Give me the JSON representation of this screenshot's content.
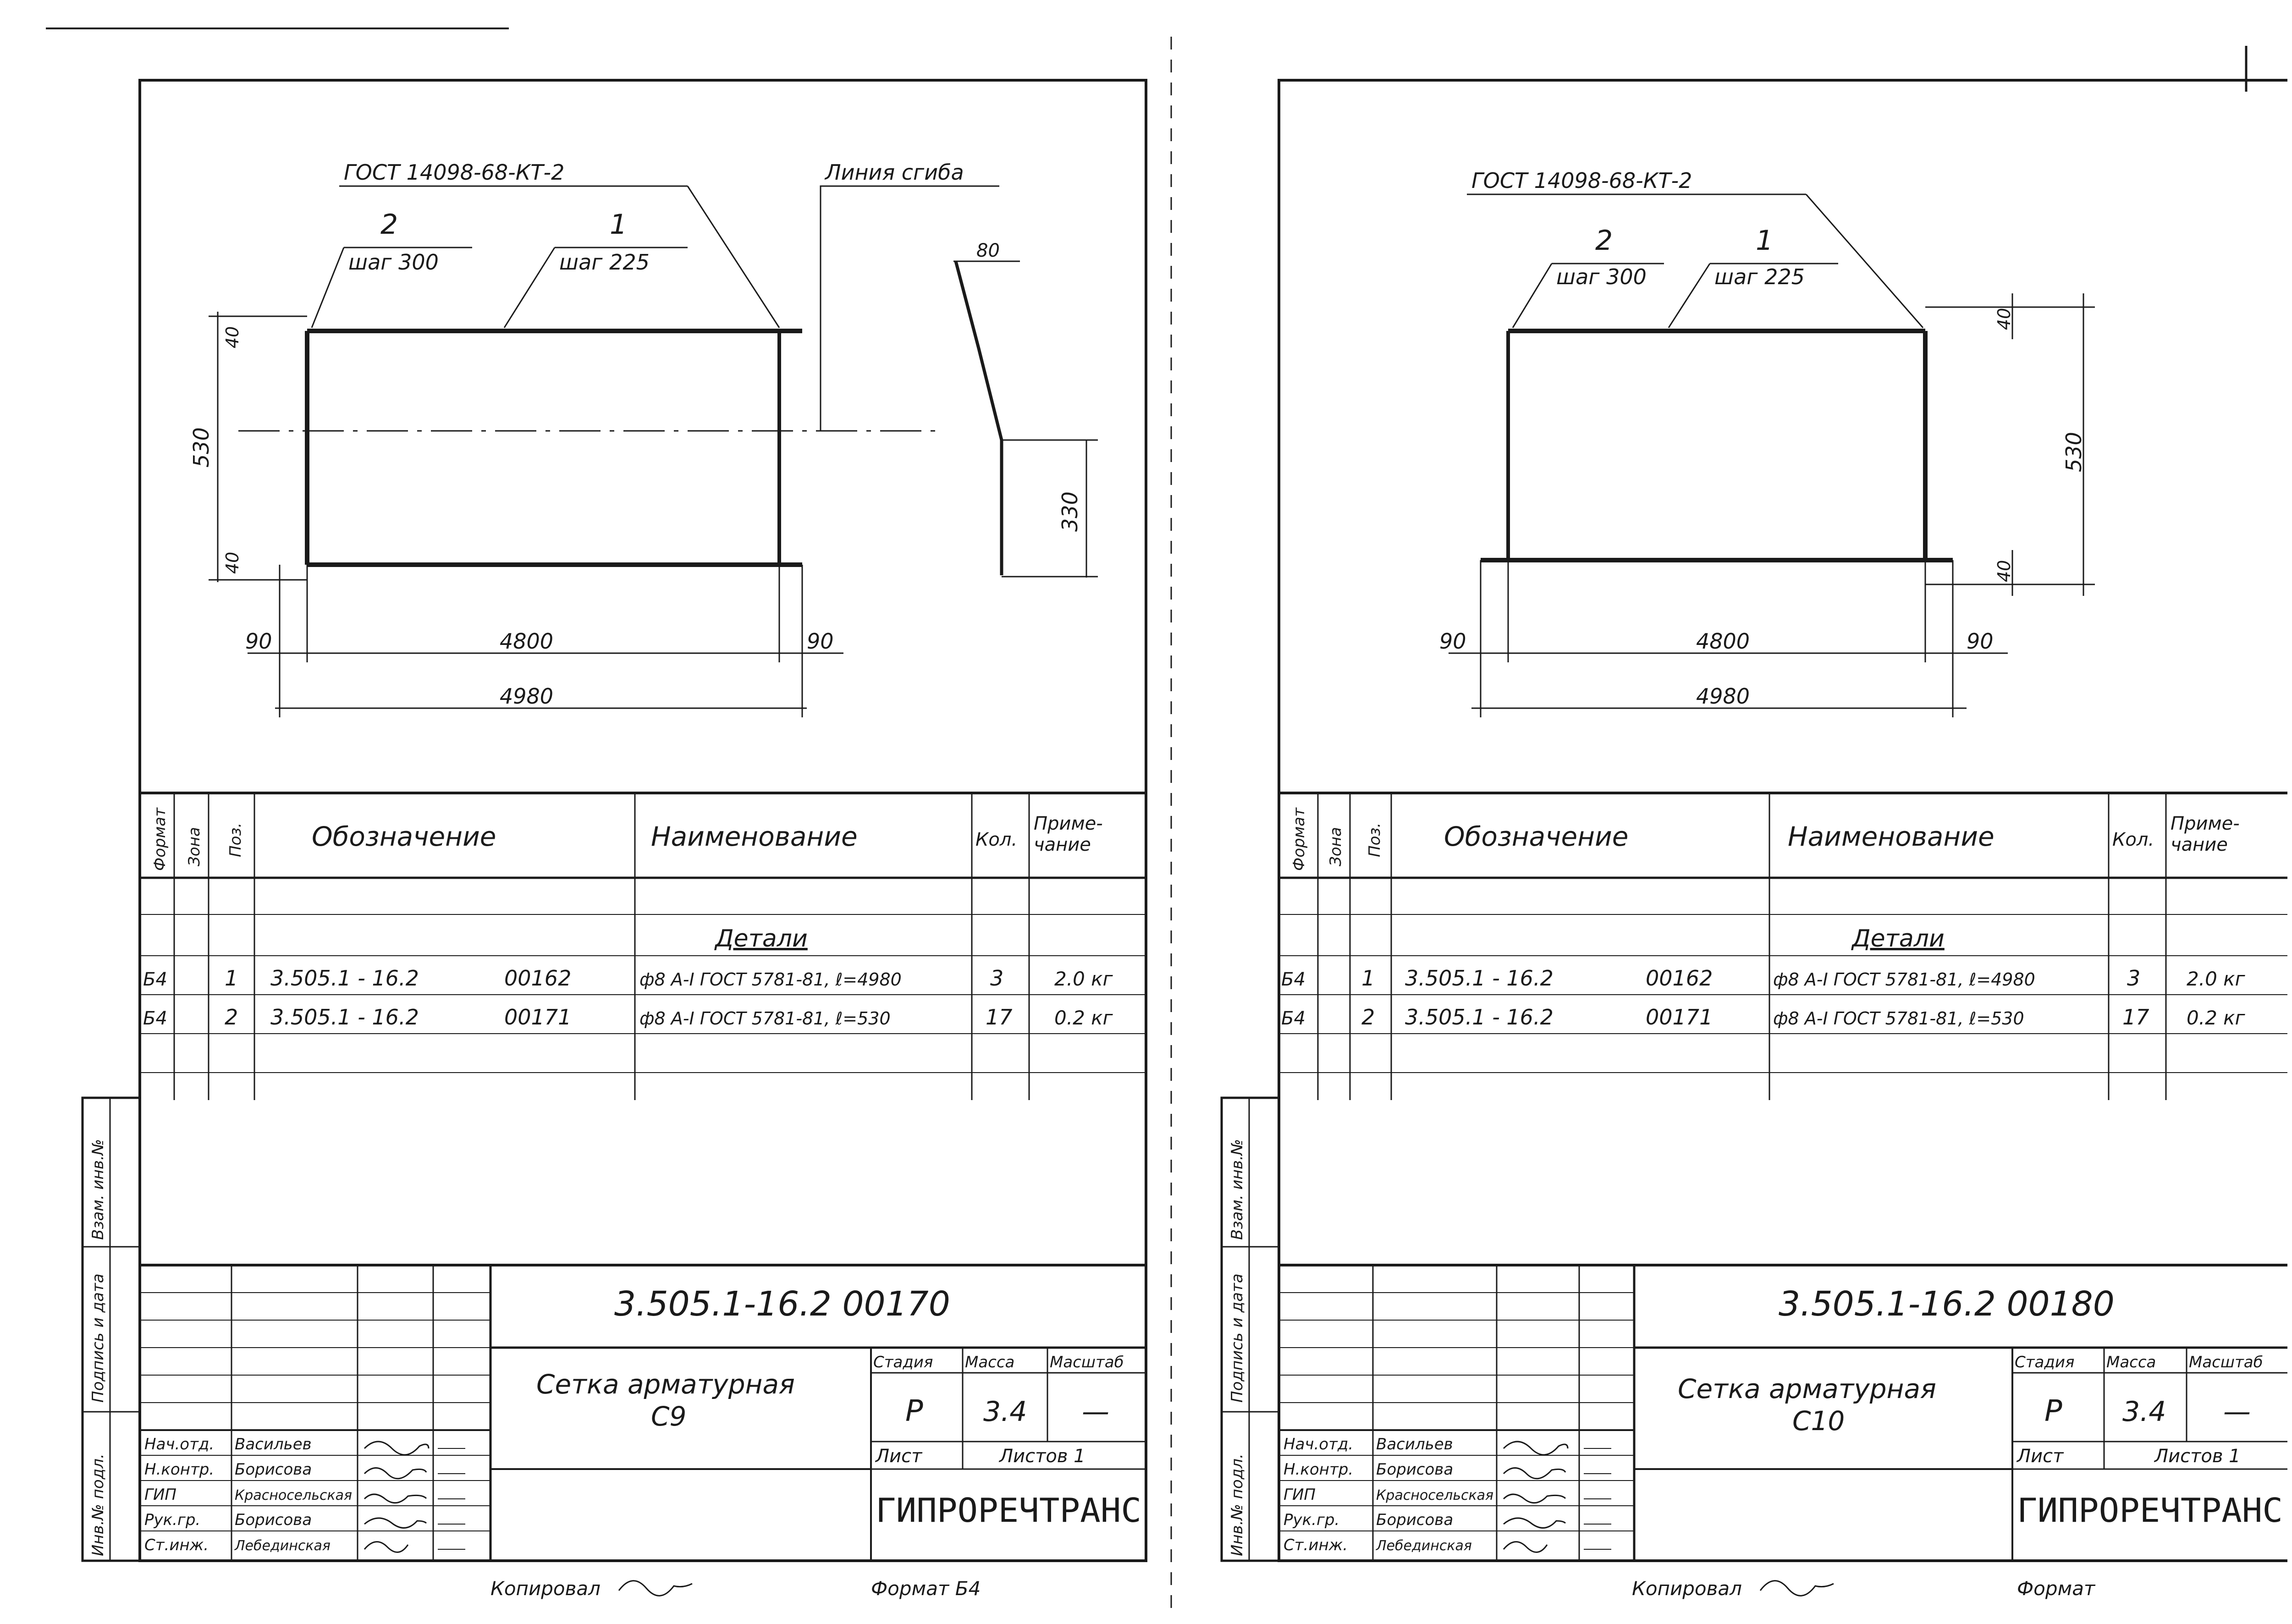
{
  "sheets": [
    {
      "id": "s9",
      "gost_callout": "ГОСТ 14098-68-КТ-2",
      "fold_line_label": "Линия сгиба",
      "bar2_num": "2",
      "bar2_step": "шаг 300",
      "bar1_num": "1",
      "bar1_step": "шаг 225",
      "dims": {
        "d530": "530",
        "d40a": "40",
        "d40b": "40",
        "d90l": "90",
        "d4800": "4800",
        "d90r": "90",
        "d4980": "4980",
        "d80": "80",
        "d330": "330"
      },
      "spec_headers": {
        "format": "Формат",
        "zone": "Зона",
        "pos": "Поз.",
        "designation": "Обозначение",
        "name": "Наименование",
        "qty": "Кол.",
        "note": "Приме-\nчание"
      },
      "section_title": "Детали",
      "rows": [
        {
          "format": "Б4",
          "pos": "1",
          "code": "3.505.1 - 16.2",
          "num": "00162",
          "name": "ф8 А-I ГОСТ 5781-81, ℓ=4980",
          "qty": "3",
          "note": "2.0 кг"
        },
        {
          "format": "Б4",
          "pos": "2",
          "code": "3.505.1 - 16.2",
          "num": "00171",
          "name": "ф8 А-I ГОСТ 5781-81, ℓ=530",
          "qty": "17",
          "note": "0.2 кг"
        }
      ],
      "side_labels": [
        "Инв.№ подл.",
        "Подпись и дата",
        "Взам. инв.№"
      ],
      "doc_code": "3.505.1-16.2   00170",
      "title_line1": "Сетка арматурная",
      "title_line2": "С9",
      "stage_label": "Стадия",
      "mass_label": "Масса",
      "scale_label": "Масштаб",
      "stage": "Р",
      "mass": "3.4",
      "scale": "—",
      "sheet_label": "Лист",
      "sheets_label": "Листов 1",
      "org": "ГИПРОРЕЧТРАНС",
      "staff": [
        {
          "role": "Нач.отд.",
          "name": "Васильев"
        },
        {
          "role": "Н.контр.",
          "name": "Борисова"
        },
        {
          "role": "ГИП",
          "name": "Красносельская"
        },
        {
          "role": "Рук.гр.",
          "name": "Борисова"
        },
        {
          "role": "Ст.инж.",
          "name": "Лебединская"
        }
      ],
      "copied_label": "Копировал",
      "format_label": "Формат Б4"
    },
    {
      "id": "s10",
      "gost_callout": "ГОСТ 14098-68-КТ-2",
      "bar2_num": "2",
      "bar2_step": "шаг 300",
      "bar1_num": "1",
      "bar1_step": "шаг 225",
      "dims": {
        "d530": "530",
        "d40a": "40",
        "d40b": "40",
        "d90l": "90",
        "d4800": "4800",
        "d90r": "90",
        "d4980": "4980"
      },
      "spec_headers": {
        "format": "Формат",
        "zone": "Зона",
        "pos": "Поз.",
        "designation": "Обозначение",
        "name": "Наименование",
        "qty": "Кол.",
        "note": "Приме-\nчание"
      },
      "section_title": "Детали",
      "rows": [
        {
          "format": "Б4",
          "pos": "1",
          "code": "3.505.1 - 16.2",
          "num": "00162",
          "name": "ф8 А-I ГОСТ 5781-81, ℓ=4980",
          "qty": "3",
          "note": "2.0 кг"
        },
        {
          "format": "Б4",
          "pos": "2",
          "code": "3.505.1 - 16.2",
          "num": "00171",
          "name": "ф8 А-I ГОСТ 5781-81, ℓ=530",
          "qty": "17",
          "note": "0.2 кг"
        }
      ],
      "side_labels": [
        "Инв.№ подл.",
        "Подпись и дата",
        "Взам. инв.№"
      ],
      "doc_code": "3.505.1-16.2   00180",
      "title_line1": "Сетка арматурная",
      "title_line2": "С10",
      "stage_label": "Стадия",
      "mass_label": "Масса",
      "scale_label": "Масштаб",
      "stage": "Р",
      "mass": "3.4",
      "scale": "—",
      "sheet_label": "Лист",
      "sheets_label": "Листов 1",
      "org": "ГИПРОРЕЧТРАНС",
      "staff": [
        {
          "role": "Нач.отд.",
          "name": "Васильев"
        },
        {
          "role": "Н.контр.",
          "name": "Борисова"
        },
        {
          "role": "ГИП",
          "name": "Красносельская"
        },
        {
          "role": "Рук.гр.",
          "name": "Борисова"
        },
        {
          "role": "Ст.инж.",
          "name": "Лебединская"
        }
      ],
      "copied_label": "Копировал",
      "format_label": "Формат"
    }
  ]
}
